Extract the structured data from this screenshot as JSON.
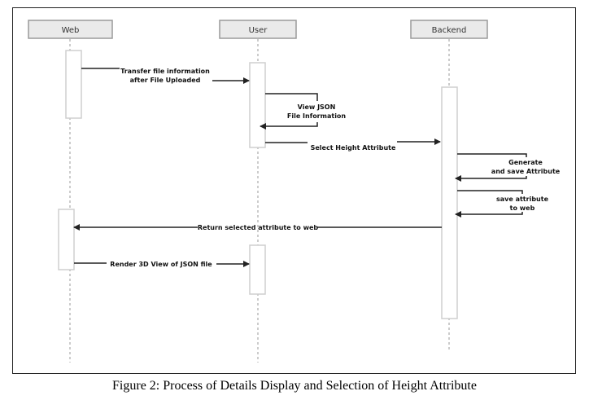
{
  "actors": {
    "web": "Web",
    "user": "User",
    "backend": "Backend"
  },
  "messages": {
    "m1_line1": "Transfer file information",
    "m1_line2": "after File Uploaded",
    "m2_line1": "View JSON",
    "m2_line2": "File Information",
    "m3": "Select Height Attribute",
    "m4_line1": "Generate",
    "m4_line2": "and save Attribute",
    "m5_line1": "save attribute",
    "m5_line2": "to web",
    "m6": "Return selected attribute to web",
    "m7": "Render 3D View of JSON file"
  },
  "caption": "Figure 2: Process of Details Display and Selection of Height Attribute"
}
